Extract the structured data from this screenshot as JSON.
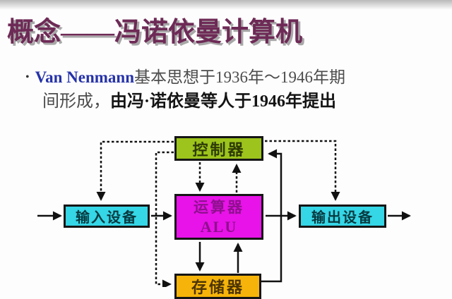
{
  "slide": {
    "title": "概念——冯诺依曼计算机",
    "bullet": {
      "marker": "•",
      "name_highlight": "Van Nenmann",
      "line1_rest": "基本思想于1936年～1946年期",
      "line2_start": "间形成，",
      "line2_emphasis": "由冯·诺依曼等人于1946年提出"
    },
    "diagram": {
      "controller_label": "控制器",
      "alu_label_cn": "运算器",
      "alu_label_en": "ALU",
      "input_label": "输入设备",
      "output_label": "输出设备",
      "memory_label": "存储器"
    }
  },
  "colors": {
    "title": "#6e2a56",
    "name-blue": "#2633a8",
    "body-gray": "#4c4c4c",
    "body-dark": "#141414",
    "controller-bg": "#9cc41c",
    "controller-text": "#2e3b04",
    "alu-bg": "#e813e8",
    "alu-text": "#8e108e",
    "io-bg": "#35d6e6",
    "io-text": "#083a40",
    "memory-bg": "#f6b40a",
    "memory-text": "#4c3400",
    "line": "#111111"
  }
}
